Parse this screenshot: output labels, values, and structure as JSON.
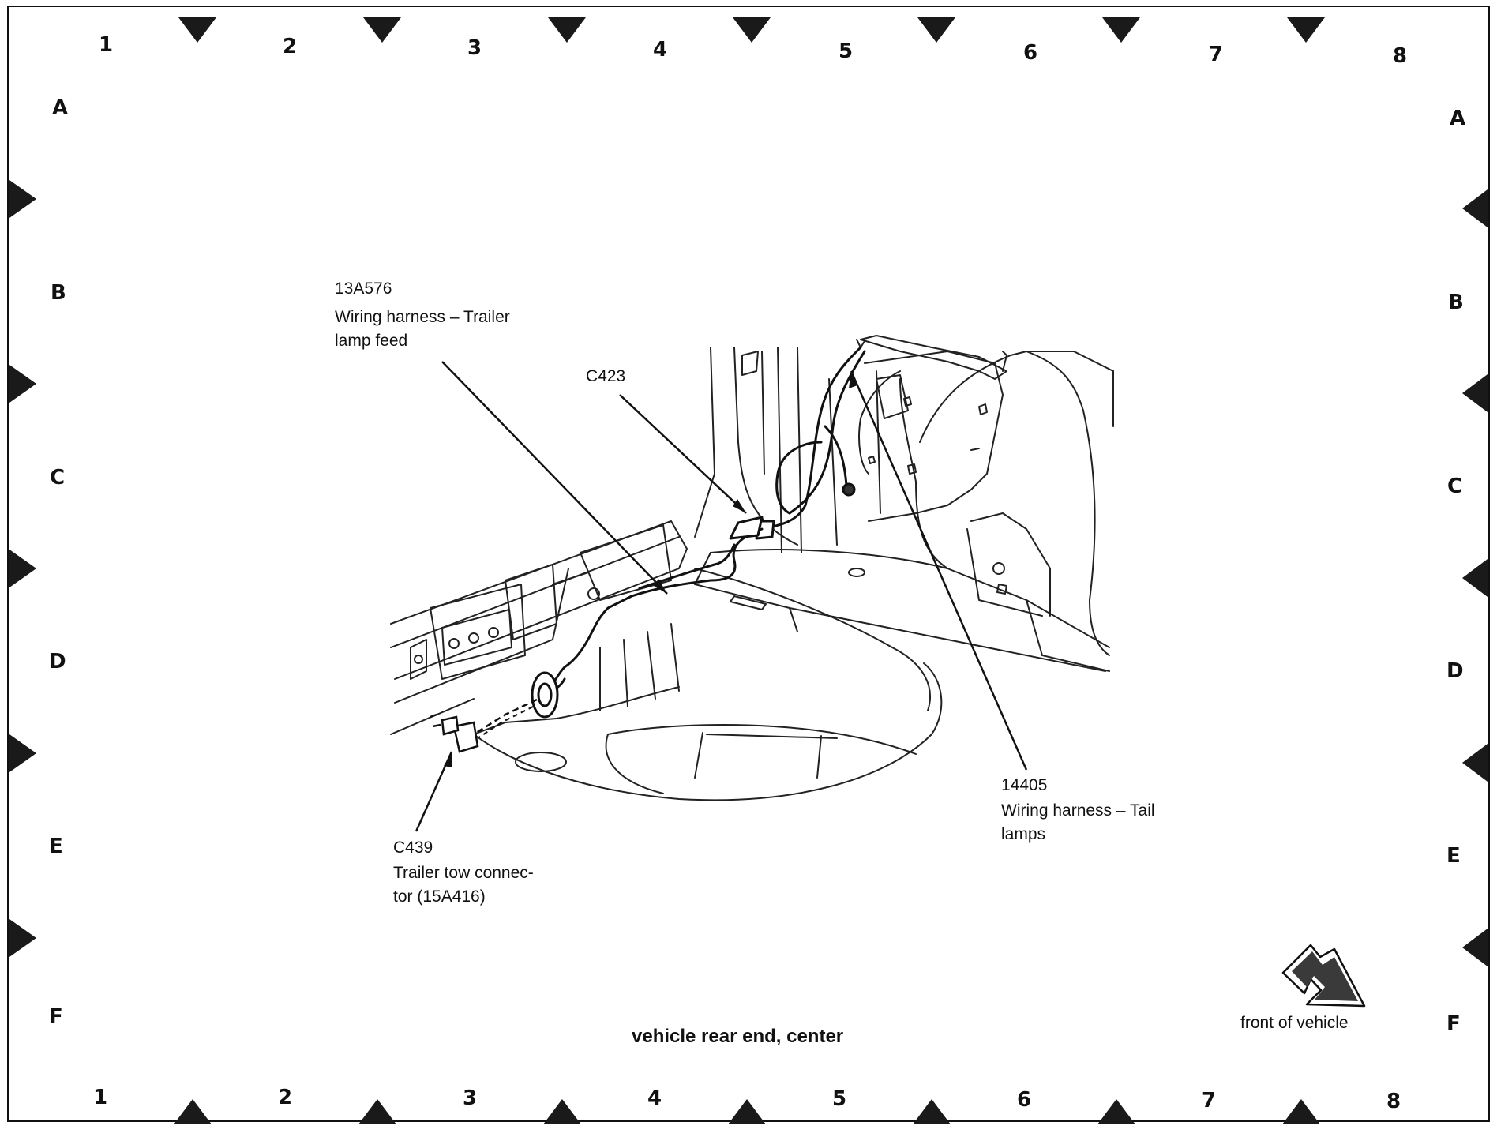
{
  "grid": {
    "columns_top": [
      "1",
      "2",
      "3",
      "4",
      "5",
      "6",
      "7",
      "8"
    ],
    "columns_bottom": [
      "1",
      "2",
      "3",
      "4",
      "5",
      "6",
      "7",
      "8"
    ],
    "rows_left": [
      "A",
      "B",
      "C",
      "D",
      "E",
      "F"
    ],
    "rows_right": [
      "A",
      "B",
      "C",
      "D",
      "E",
      "F"
    ]
  },
  "callouts": {
    "trailer_feed": {
      "part": "13A576",
      "line1": "Wiring harness – Trailer",
      "line2": "lamp feed"
    },
    "c423": {
      "part": "C423"
    },
    "tail_lamps": {
      "part": "14405",
      "line1": "Wiring harness – Tail",
      "line2": "lamps"
    },
    "c439": {
      "part": "C439",
      "line1": "Trailer tow connec-",
      "line2": "tor (15A416)"
    }
  },
  "caption": "vehicle rear end, center",
  "front_indicator": {
    "label": "front of vehicle",
    "icon": "arrow-icon"
  },
  "colors": {
    "ink": "#111111",
    "marker": "#1a1a1a",
    "paper": "#ffffff"
  }
}
